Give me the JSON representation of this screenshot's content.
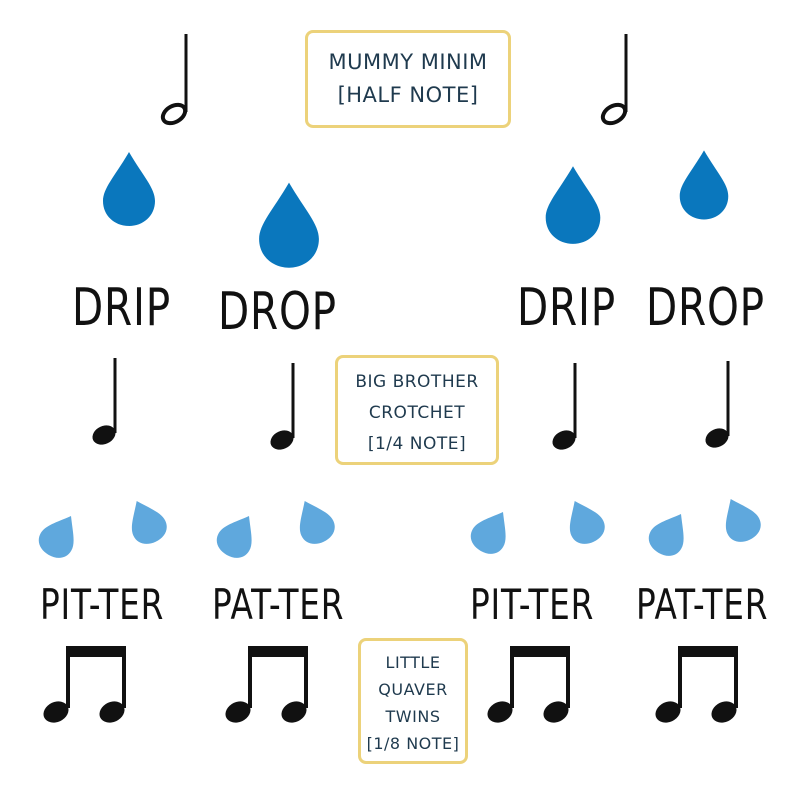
{
  "labels": {
    "minim": [
      "MUMMY MINIM",
      "[HALF NOTE]"
    ],
    "crotchet": [
      "BIG BROTHER",
      "CROTCHET",
      "[1/4 NOTE]"
    ],
    "quaver": [
      "LITTLE",
      "QUAVER",
      "TWINS",
      "[1/8 NOTE]"
    ]
  },
  "words": {
    "drip1": "DRIP",
    "drop1": "DROP",
    "drip2": "DRIP",
    "drop2": "DROP",
    "pitter1": "PIT-TER",
    "patter1": "PAT-TER",
    "pitter2": "PIT-TER",
    "patter2": "PAT-TER"
  },
  "colors": {
    "big_drop": "#0a77bd",
    "small_drop": "#5fa8dd",
    "box_border": "#ecd27a",
    "box_text": "#1f3a4e"
  },
  "icons": {
    "half_note": "half-note-icon",
    "quarter_note": "quarter-note-icon",
    "eighth_pair": "beamed-eighth-notes-icon",
    "raindrop": "raindrop-icon"
  }
}
